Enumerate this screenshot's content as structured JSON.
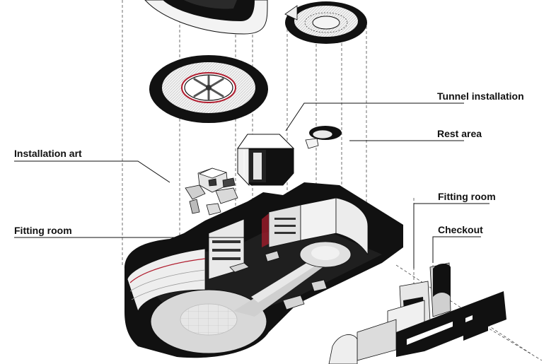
{
  "labels": {
    "tunnel_installation": "Tunnel installation",
    "rest_area": "Rest area",
    "installation_art": "Installation art",
    "fitting_room_left": "Fitting room",
    "fitting_room_right": "Fitting room",
    "checkout": "Checkout"
  },
  "colors": {
    "ink": "#111111",
    "floor_dark": "#1a1a1a",
    "floor_mid": "#8a8a8a",
    "floor_light": "#d9d9d9",
    "wall_light": "#ececec",
    "accent_red": "#b01c2e",
    "background": "#ffffff"
  }
}
